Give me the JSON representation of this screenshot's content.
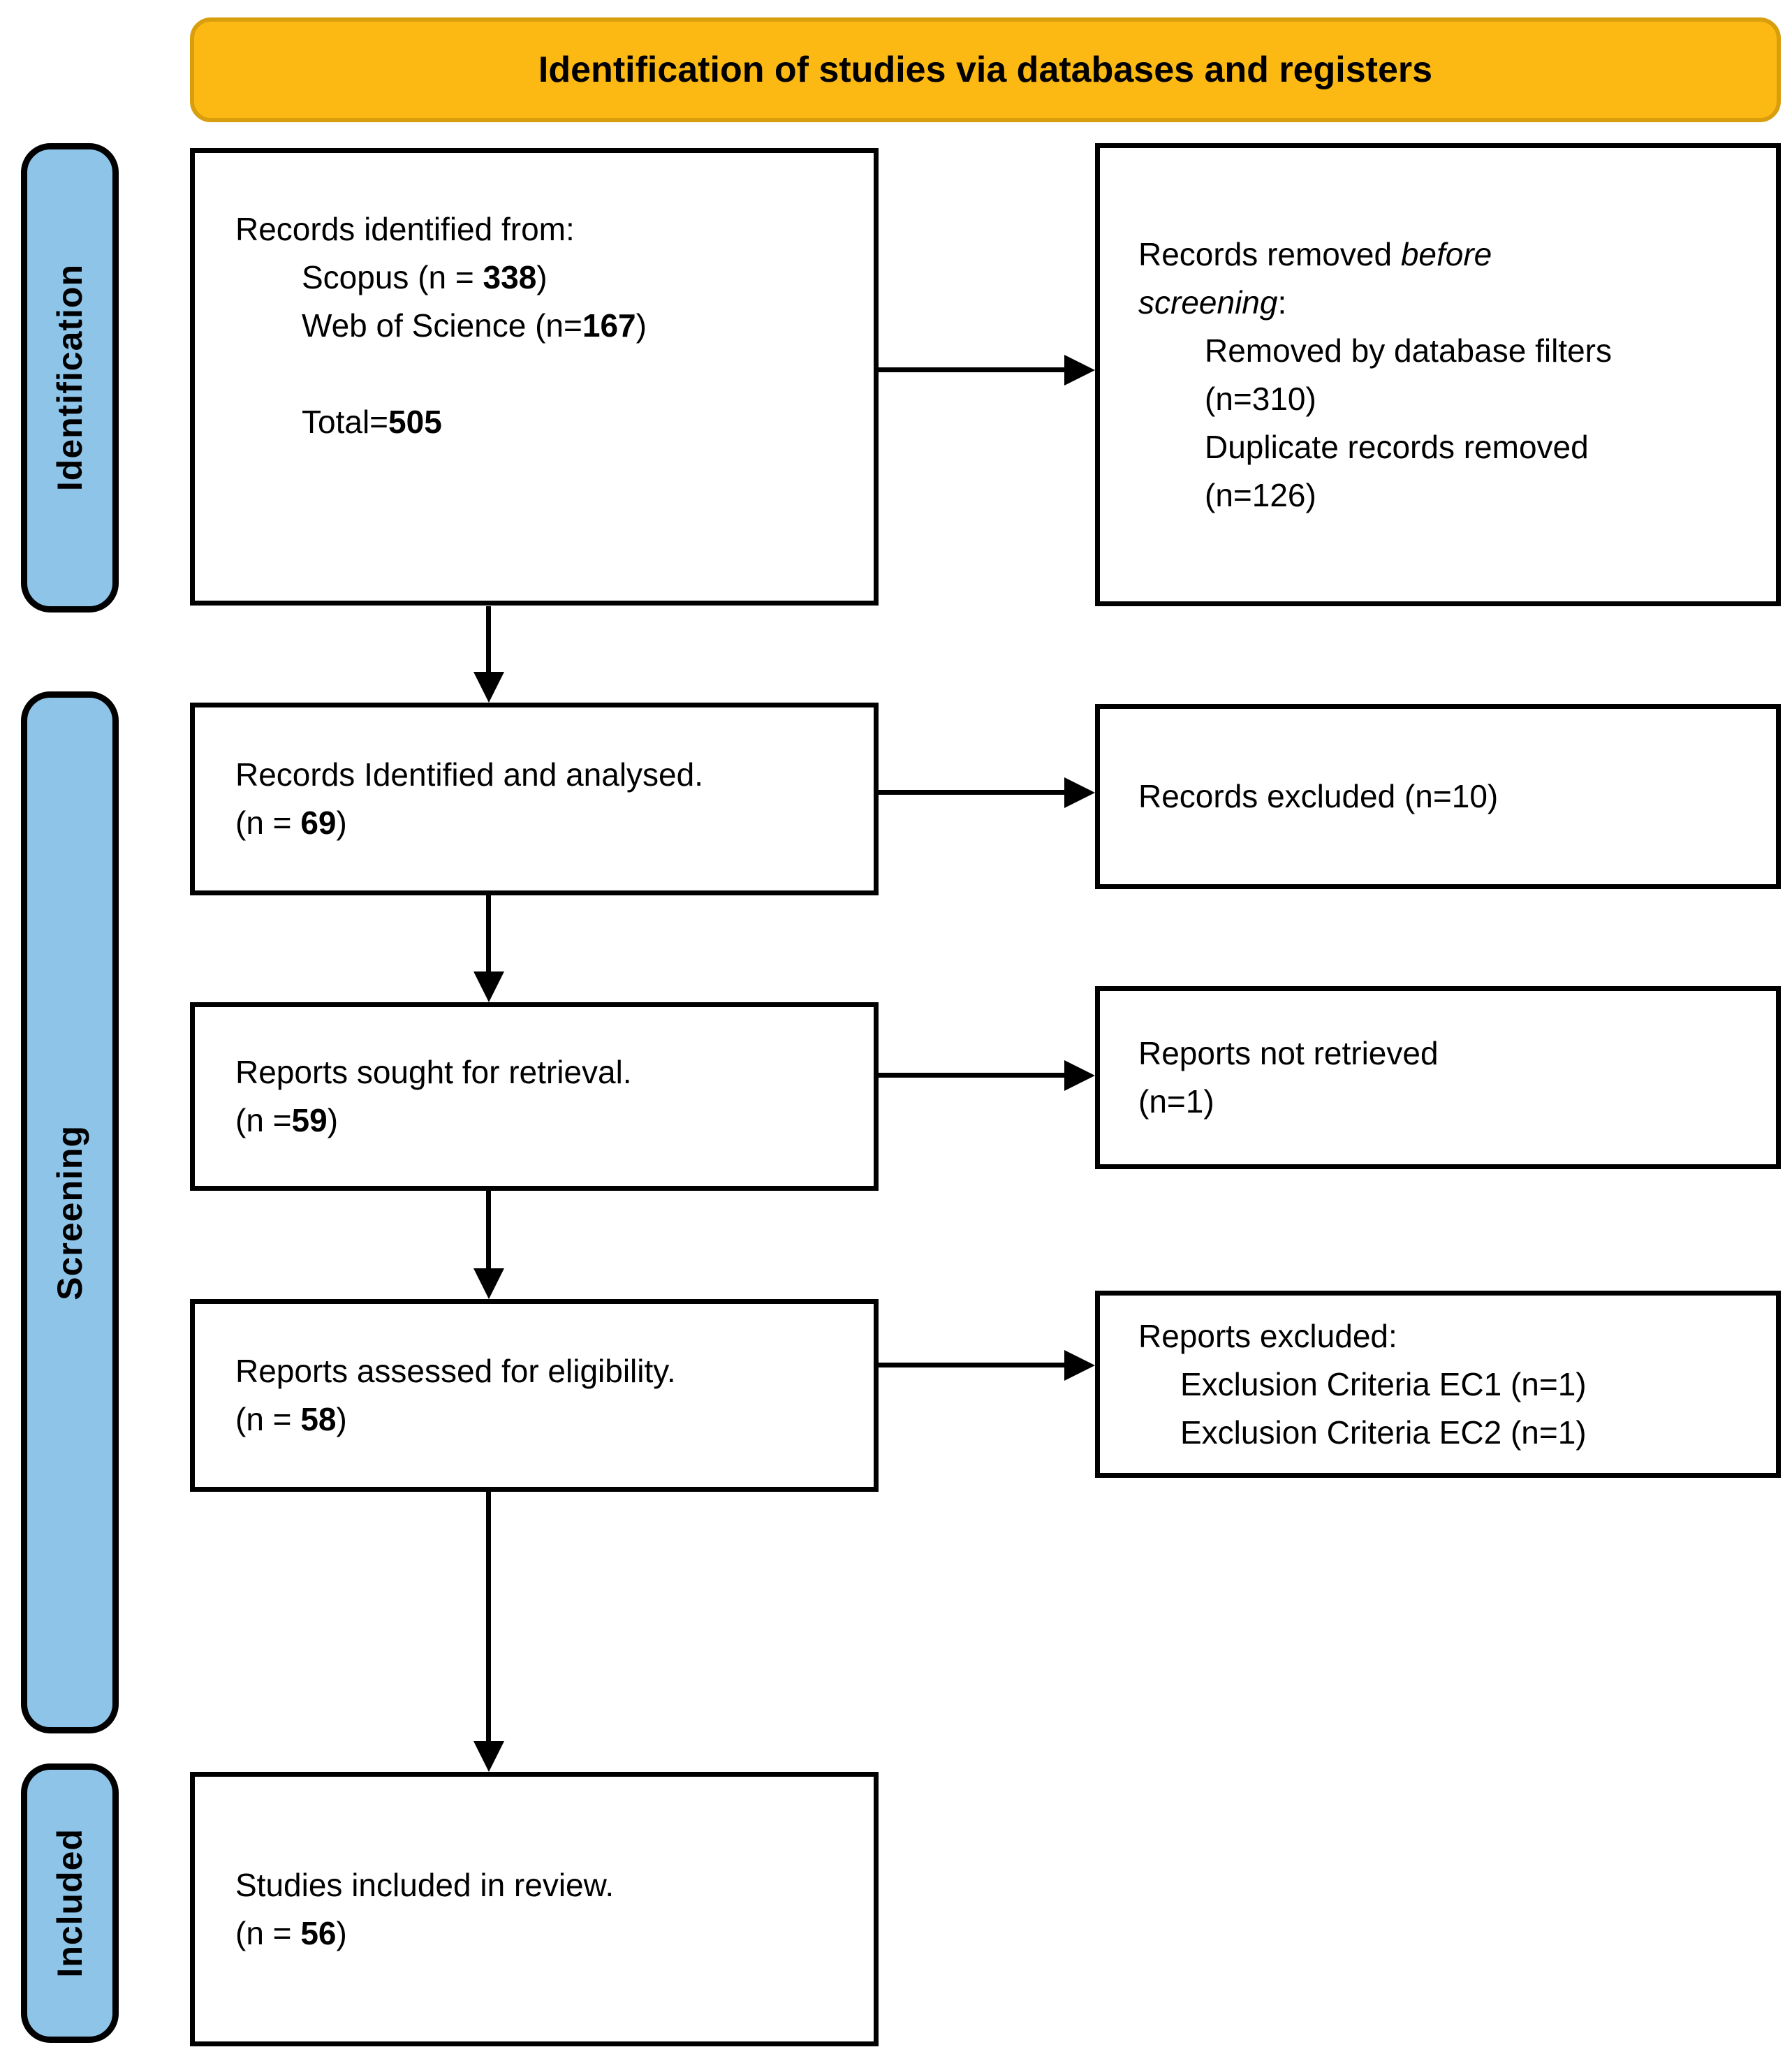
{
  "banner": {
    "title": "Identification of studies via databases and registers"
  },
  "stages": [
    {
      "label": "Identification"
    },
    {
      "label": "Screening"
    },
    {
      "label": "Included"
    }
  ],
  "boxes": {
    "records_identified": {
      "line1": "Records identified from:",
      "scopus_prefix": "Scopus (n = ",
      "scopus_n": "338",
      "scopus_suffix": ")",
      "wos_prefix": "Web of Science (n=",
      "wos_n": "167",
      "wos_suffix": ")",
      "total_prefix": "Total=",
      "total_n": "505"
    },
    "records_removed": {
      "line1_prefix": "Records removed ",
      "line1_italic": "before",
      "line2_italic": "screening",
      "line2_suffix": ":",
      "item1_line1": "Removed by database filters",
      "item1_line2": "(n=310)",
      "item2_line1": "Duplicate records removed",
      "item2_line2": "(n=126)"
    },
    "records_analysed": {
      "line1": "Records Identified and analysed.",
      "n_prefix": "(n = ",
      "n": "69",
      "n_suffix": ")"
    },
    "records_excluded": {
      "text": "Records excluded (n=10)"
    },
    "reports_sought": {
      "line1": "Reports sought for retrieval.",
      "n_prefix": "(n =",
      "n": "59",
      "n_suffix": ")"
    },
    "reports_not_retrieved": {
      "line1": "Reports not retrieved",
      "line2": "(n=1)"
    },
    "reports_assessed": {
      "line1": "Reports assessed for eligibility.",
      "n_prefix": "(n = ",
      "n": "58",
      "n_suffix": ")"
    },
    "reports_excluded": {
      "line1": "Reports excluded:",
      "item1": "Exclusion Criteria EC1 (n=1)",
      "item2": "Exclusion Criteria EC2 (n=1)"
    },
    "studies_included": {
      "line1": "Studies included in review.",
      "n_prefix": "(n = ",
      "n": "56",
      "n_suffix": ")"
    }
  },
  "colors": {
    "banner_bg": "#FDB913",
    "banner_border": "#D89E0E",
    "stage_bg": "#8EC4E8",
    "stage_border": "#000000",
    "box_bg": "#FFFFFF",
    "box_border": "#000000",
    "arrow": "#000000",
    "text": "#000000"
  }
}
